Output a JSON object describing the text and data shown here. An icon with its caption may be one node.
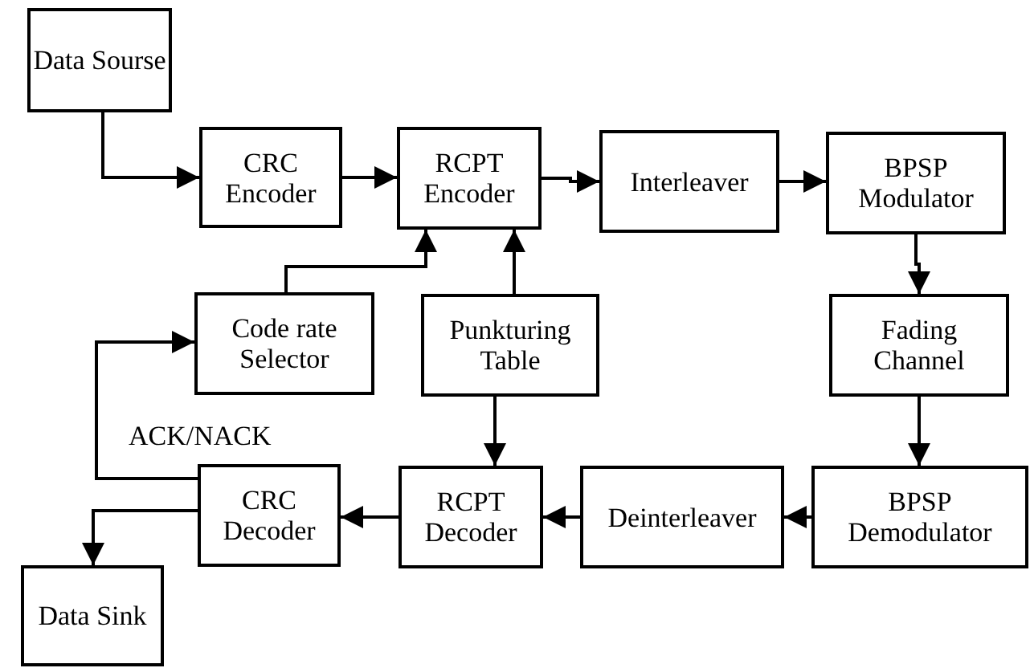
{
  "diagram": {
    "nodes": [
      {
        "text": [
          "Data Sourse"
        ]
      },
      {
        "text": [
          "CRC Encoder"
        ]
      },
      {
        "text": [
          "RCPT Encoder"
        ]
      },
      {
        "text": [
          "Interleaver"
        ]
      },
      {
        "text": [
          "BPSP Modulator"
        ]
      },
      {
        "text": [
          "Code rate Selector"
        ]
      },
      {
        "text": [
          "Punkturing Table"
        ]
      },
      {
        "text": [
          "Fading Channel"
        ]
      },
      {
        "text": [
          "CRC Decoder"
        ]
      },
      {
        "text": [
          "RCPT Decoder"
        ]
      },
      {
        "text": [
          "Deinterleaver"
        ]
      },
      {
        "text": [
          "BPSP Demodulator"
        ]
      },
      {
        "text": [
          "Data Sink"
        ]
      }
    ],
    "edges": [
      {
        "from": 0,
        "to": 1,
        "arrow": "to"
      },
      {
        "from": 1,
        "to": 2,
        "arrow": "to"
      },
      {
        "from": 2,
        "to": 3,
        "arrow": "to"
      },
      {
        "from": 3,
        "to": 4,
        "arrow": "to"
      },
      {
        "from": 4,
        "to": 7,
        "arrow": "to"
      },
      {
        "from": 7,
        "to": 11,
        "arrow": "to"
      },
      {
        "from": 11,
        "to": 10,
        "arrow": "to"
      },
      {
        "from": 10,
        "to": 9,
        "arrow": "to"
      },
      {
        "from": 9,
        "to": 8,
        "arrow": "to"
      },
      {
        "from": 8,
        "to": 12,
        "arrow": "to"
      },
      {
        "from": 8,
        "to": 5,
        "label": "ACK/NACK",
        "arrow": "to"
      },
      {
        "from": 5,
        "to": 2,
        "arrow": "to"
      },
      {
        "from": 6,
        "to": 2,
        "arrow": "to"
      },
      {
        "from": 6,
        "to": 9,
        "arrow": "to"
      }
    ]
  }
}
